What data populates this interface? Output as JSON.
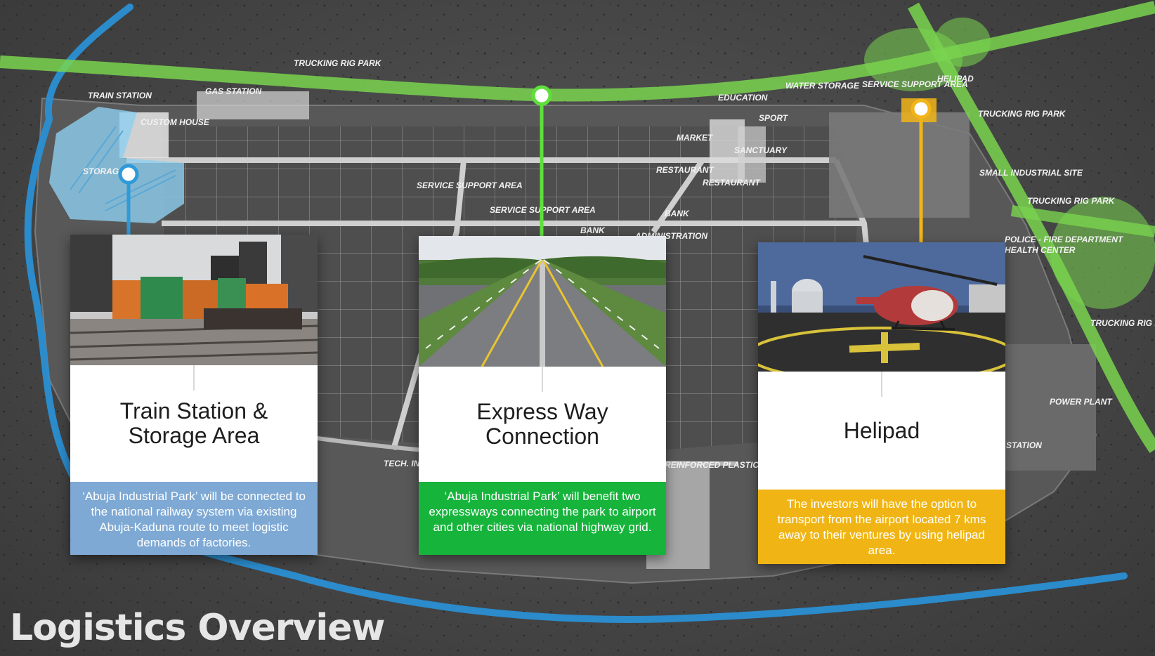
{
  "page": {
    "title": "Logistics Overview"
  },
  "colors": {
    "blue": "#2f9ad8",
    "green": "#5ee03c",
    "orange": "#f2b418",
    "highway": "#79d34f",
    "river": "#2a8fd3"
  },
  "map_labels": {
    "train_station": "TRAIN STATION",
    "gas_station": "GAS STATION",
    "trucking_rig_park_1": "TRUCKING RIG PARK",
    "custom_house": "CUSTOM HOUSE",
    "storage": "STORAGE",
    "service_support_1": "SERVICE SUPPORT AREA",
    "service_support_2": "SERVICE SUPPORT AREA",
    "bank_1": "BANK",
    "bank_2": "BANK",
    "administration": "ADMINISTRATION",
    "market": "MARKET",
    "restaurant_1": "RESTAURANT",
    "restaurant_2": "RESTAURANT",
    "education": "EDUCATION",
    "sport": "SPORT",
    "sanctuary": "SANCTUARY",
    "water_storage": "WATER STORAGE",
    "service_support_3": "SERVICE SUPPORT AREA",
    "helipad": "HELIPAD",
    "trucking_rig_park_2": "TRUCKING RIG PARK",
    "small_industrial_site": "SMALL INDUSTRIAL SITE",
    "trucking_rig_park_3": "TRUCKING RIG PARK",
    "police_fire": "POLICE - FIRE DEPARTMENT",
    "health_center": "HEALTH CENTER",
    "trucking_rig_park_4": "TRUCKING RIG PARK",
    "power_plant": "POWER PLANT",
    "station": "STATION",
    "technical_infra": "TECH. INFRA. AREA",
    "pipe": "REINFORCED PLASTIC PIPE PLANT"
  },
  "cards": [
    {
      "title": "Train Station & Storage Area",
      "description": "‘Abuja Industrial Park’ will be connected to the national railway system via existing Abuja-Kaduna route to meet logistic demands of factories.",
      "color": "#7ea9d4",
      "pin_color": "#2f9ad8"
    },
    {
      "title": "Express Way Connection",
      "description": "‘Abuja Industrial Park’ will benefit two expressways connecting the park to airport and other cities via national highway grid.",
      "color": "#17b43c",
      "pin_color": "#5ee03c"
    },
    {
      "title": "Helipad",
      "description": "The investors will have the option to transport from the airport located 7 kms away to their ventures by using helipad area.",
      "color": "#f0b514",
      "pin_color": "#f2b418"
    }
  ]
}
